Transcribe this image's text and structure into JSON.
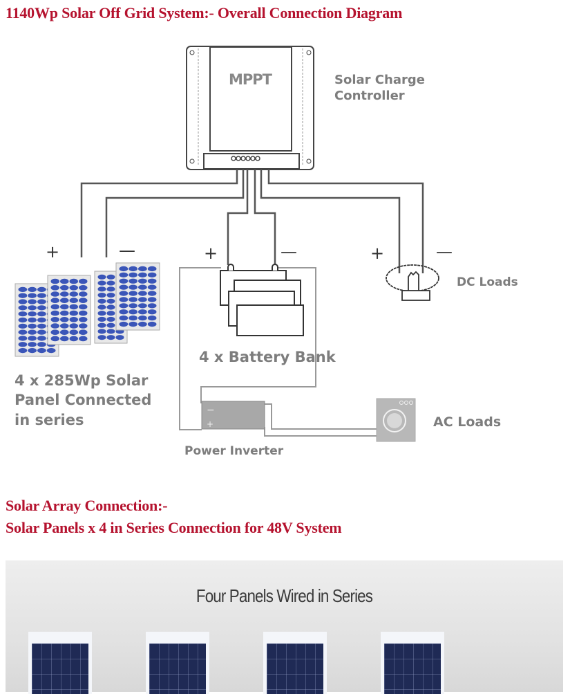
{
  "headings": {
    "main_title": "1140Wp Solar Off Grid System:-  Overall Connection Diagram",
    "section_title": "Solar Array Connection:-",
    "section_subtitle": "Solar Panels x 4 in Series Connection for 48V System"
  },
  "diagram": {
    "controller": {
      "display_text": "MPPT",
      "label_line1": "Solar Charge",
      "label_line2": "Controller"
    },
    "solar_array": {
      "label_line1": "4 x 285Wp Solar",
      "label_line2": "Panel Connected",
      "label_line3": "in series",
      "panel_count": 4
    },
    "battery": {
      "label": "4 x Battery Bank",
      "battery_count": 4
    },
    "inverter": {
      "label": "Power Inverter"
    },
    "dc_loads": {
      "label": "DC Loads"
    },
    "ac_loads": {
      "label": "AC Loads"
    },
    "polarity": {
      "plus": "+",
      "minus": "—"
    },
    "colors": {
      "panel_cell": "#3a55b8",
      "wire": "#333333",
      "wire_light": "#9a9a9a",
      "inverter_fill": "#a8a8a8"
    }
  },
  "photo": {
    "title": "Four Panels Wired in Series",
    "panel_count": 4
  },
  "colors": {
    "heading": "#b5122e",
    "label": "#7d7d7d"
  }
}
